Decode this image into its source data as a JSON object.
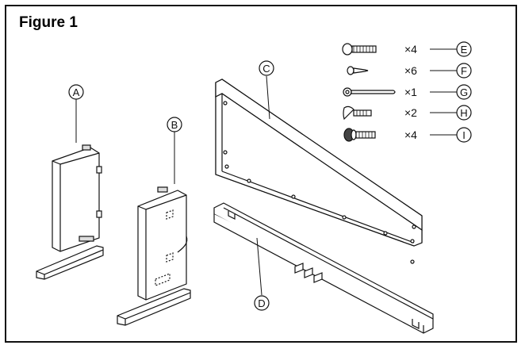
{
  "figure": {
    "title": "Figure 1"
  },
  "parts": {
    "A": "A",
    "B": "B",
    "C": "C",
    "D": "D"
  },
  "hardware": [
    {
      "letter": "E",
      "qty": "×4",
      "icon": "bolt-icon"
    },
    {
      "letter": "F",
      "qty": "×6",
      "icon": "screw-icon"
    },
    {
      "letter": "G",
      "qty": "×1",
      "icon": "hook-icon"
    },
    {
      "letter": "H",
      "qty": "×2",
      "icon": "wing-screw-icon"
    },
    {
      "letter": "I",
      "qty": "×4",
      "icon": "bolt-washer-icon"
    }
  ]
}
